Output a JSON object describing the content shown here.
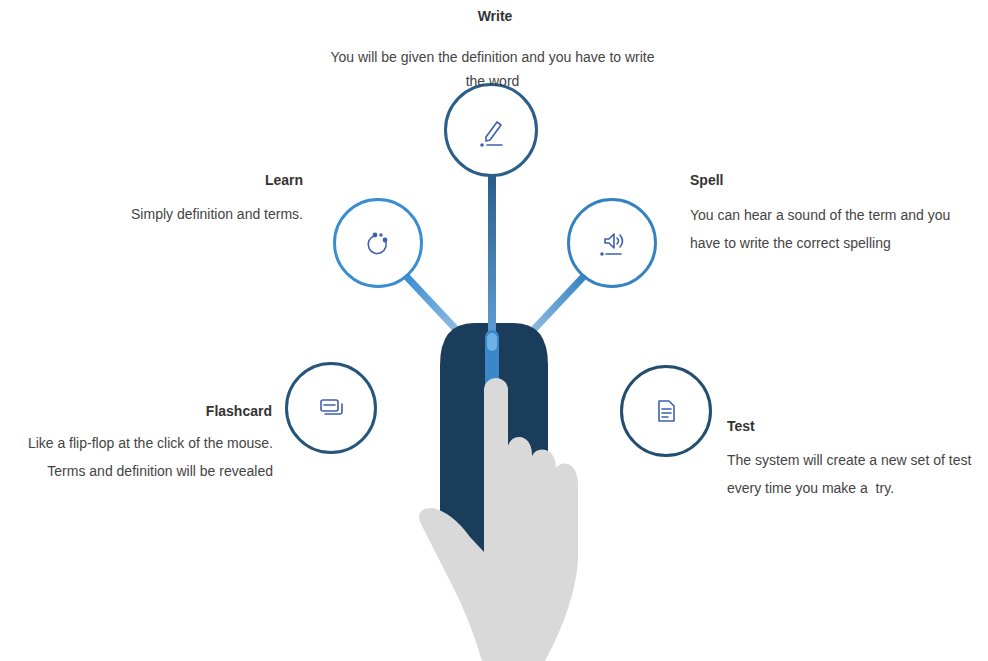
{
  "diagram": {
    "nodes": [
      {
        "text": [
          "Write",
          "You will be given the definition and you have to write the word"
        ]
      },
      {
        "text": [
          "Learn",
          "Simply definition and terms."
        ]
      },
      {
        "text": [
          "Spell",
          "You can hear a sound of the term and you have to write the correct spelling"
        ]
      },
      {
        "text": [
          "Flashcard",
          "Like a flip-flop at the click of the mouse. Terms and definition will be revealed"
        ]
      },
      {
        "text": [
          "Test",
          "The system will create a new set of test every time you make a  try."
        ]
      }
    ]
  }
}
